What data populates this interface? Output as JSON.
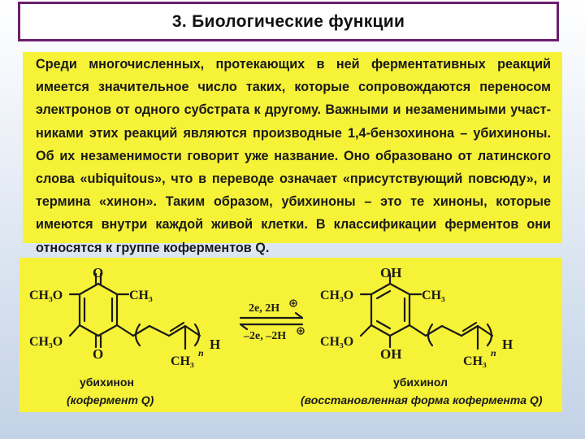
{
  "title": "3. Биологические функции",
  "paragraph_lines": [
    "Среди многочисленных, протекающих в ней  ферментативных реакций",
    "имеется значительное число таких, которые сопровождаются переносом",
    "электронов от одного субстрата к другому. Важными и незаменимыми участ-",
    "никами этих реакций являются производные 1,4-бензохинона – убихиноны.",
    "Об их незаменимости говорит уже название. Оно образовано от латинского",
    "слова «ubiquitous», что в переводе означает «присутствующий повсюду», и",
    "термина «хинон». Таким образом, убихиноны – это те хиноны, которые",
    "имеются внутри каждой живой клетки. В классификации ферментов они",
    "относятся к группе коферментов Q."
  ],
  "scheme": {
    "left": {
      "top_group": "O",
      "bottom_group": "O",
      "substituent_top_left": "CH₃O",
      "substituent_bottom_left": "CH₃O",
      "substituent_top_right": "CH₃",
      "chain_methyl": "CH₃",
      "chain_end": "H",
      "repeat_index": "n",
      "name": "убихинон",
      "note": "(кофермент Q)"
    },
    "right": {
      "top_group": "OH",
      "bottom_group": "OH",
      "substituent_top_left": "CH₃O",
      "substituent_bottom_left": "CH₃O",
      "substituent_top_right": "CH₃",
      "chain_methyl": "CH₃",
      "chain_end": "H",
      "repeat_index": "n",
      "name": "убихинол",
      "note": "(восстановленная форма кофермента Q)"
    },
    "forward_label": "2e, 2H",
    "reverse_label": "–2e, –2H"
  },
  "colors": {
    "panel": "#f6f237",
    "title_border": "#6b1f6e",
    "text": "#1a1a1a"
  }
}
